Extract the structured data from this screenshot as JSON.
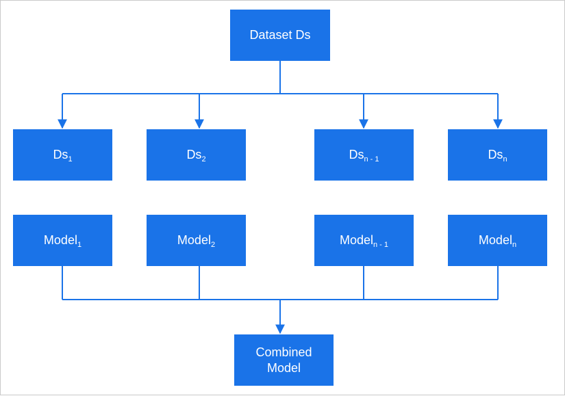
{
  "diagram": {
    "colors": {
      "box": "#1a73e8",
      "line": "#1a73e8",
      "text": "#ffffff",
      "border": "#c9c9c9"
    },
    "dataset": {
      "label": "Dataset Ds"
    },
    "subsets": [
      {
        "base": "Ds",
        "sub": "1"
      },
      {
        "base": "Ds",
        "sub": "2"
      },
      {
        "base": "Ds",
        "sub": "n - 1"
      },
      {
        "base": "Ds",
        "sub": "n"
      }
    ],
    "models": [
      {
        "base": "Model",
        "sub": "1"
      },
      {
        "base": "Model",
        "sub": "2"
      },
      {
        "base": "Model",
        "sub": "n - 1"
      },
      {
        "base": "Model",
        "sub": "n"
      }
    ],
    "combined": {
      "line1": "Combined",
      "line2": "Model"
    }
  }
}
